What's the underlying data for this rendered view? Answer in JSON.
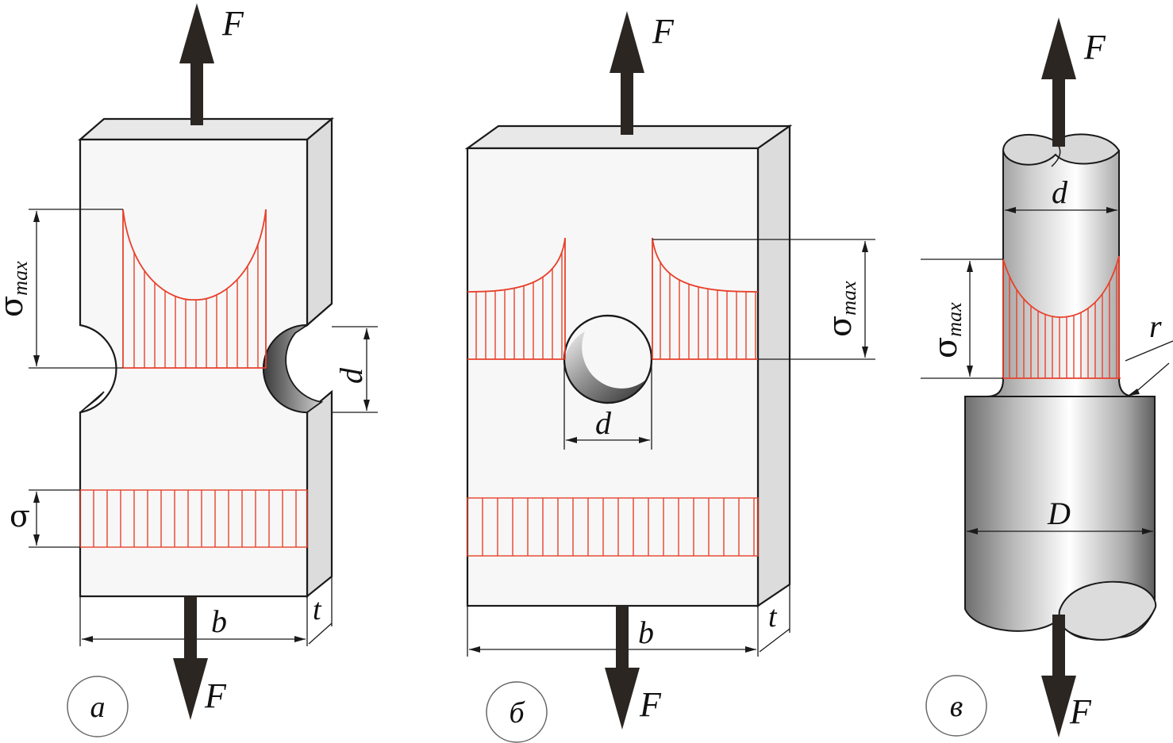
{
  "figures": {
    "a": {
      "label": "а",
      "force_top": "F",
      "force_bottom": "F",
      "sigma_max": "σ",
      "sigma_max_sub": "max",
      "sigma": "σ",
      "dim_d": "d",
      "dim_b": "b",
      "dim_t": "t"
    },
    "b": {
      "label": "б",
      "force_top": "F",
      "force_bottom": "F",
      "sigma_max": "σ",
      "sigma_max_sub": "max",
      "dim_d": "d",
      "dim_b": "b",
      "dim_t": "t"
    },
    "c": {
      "label": "в",
      "force_top": "F",
      "force_bottom": "F",
      "sigma_max": "σ",
      "sigma_max_sub": "max",
      "dim_d": "d",
      "dim_D": "D",
      "dim_r": "r"
    }
  },
  "colors": {
    "stress_line": "#e8412c",
    "arrow": "#2b2622",
    "outline": "#1a1a1a"
  }
}
